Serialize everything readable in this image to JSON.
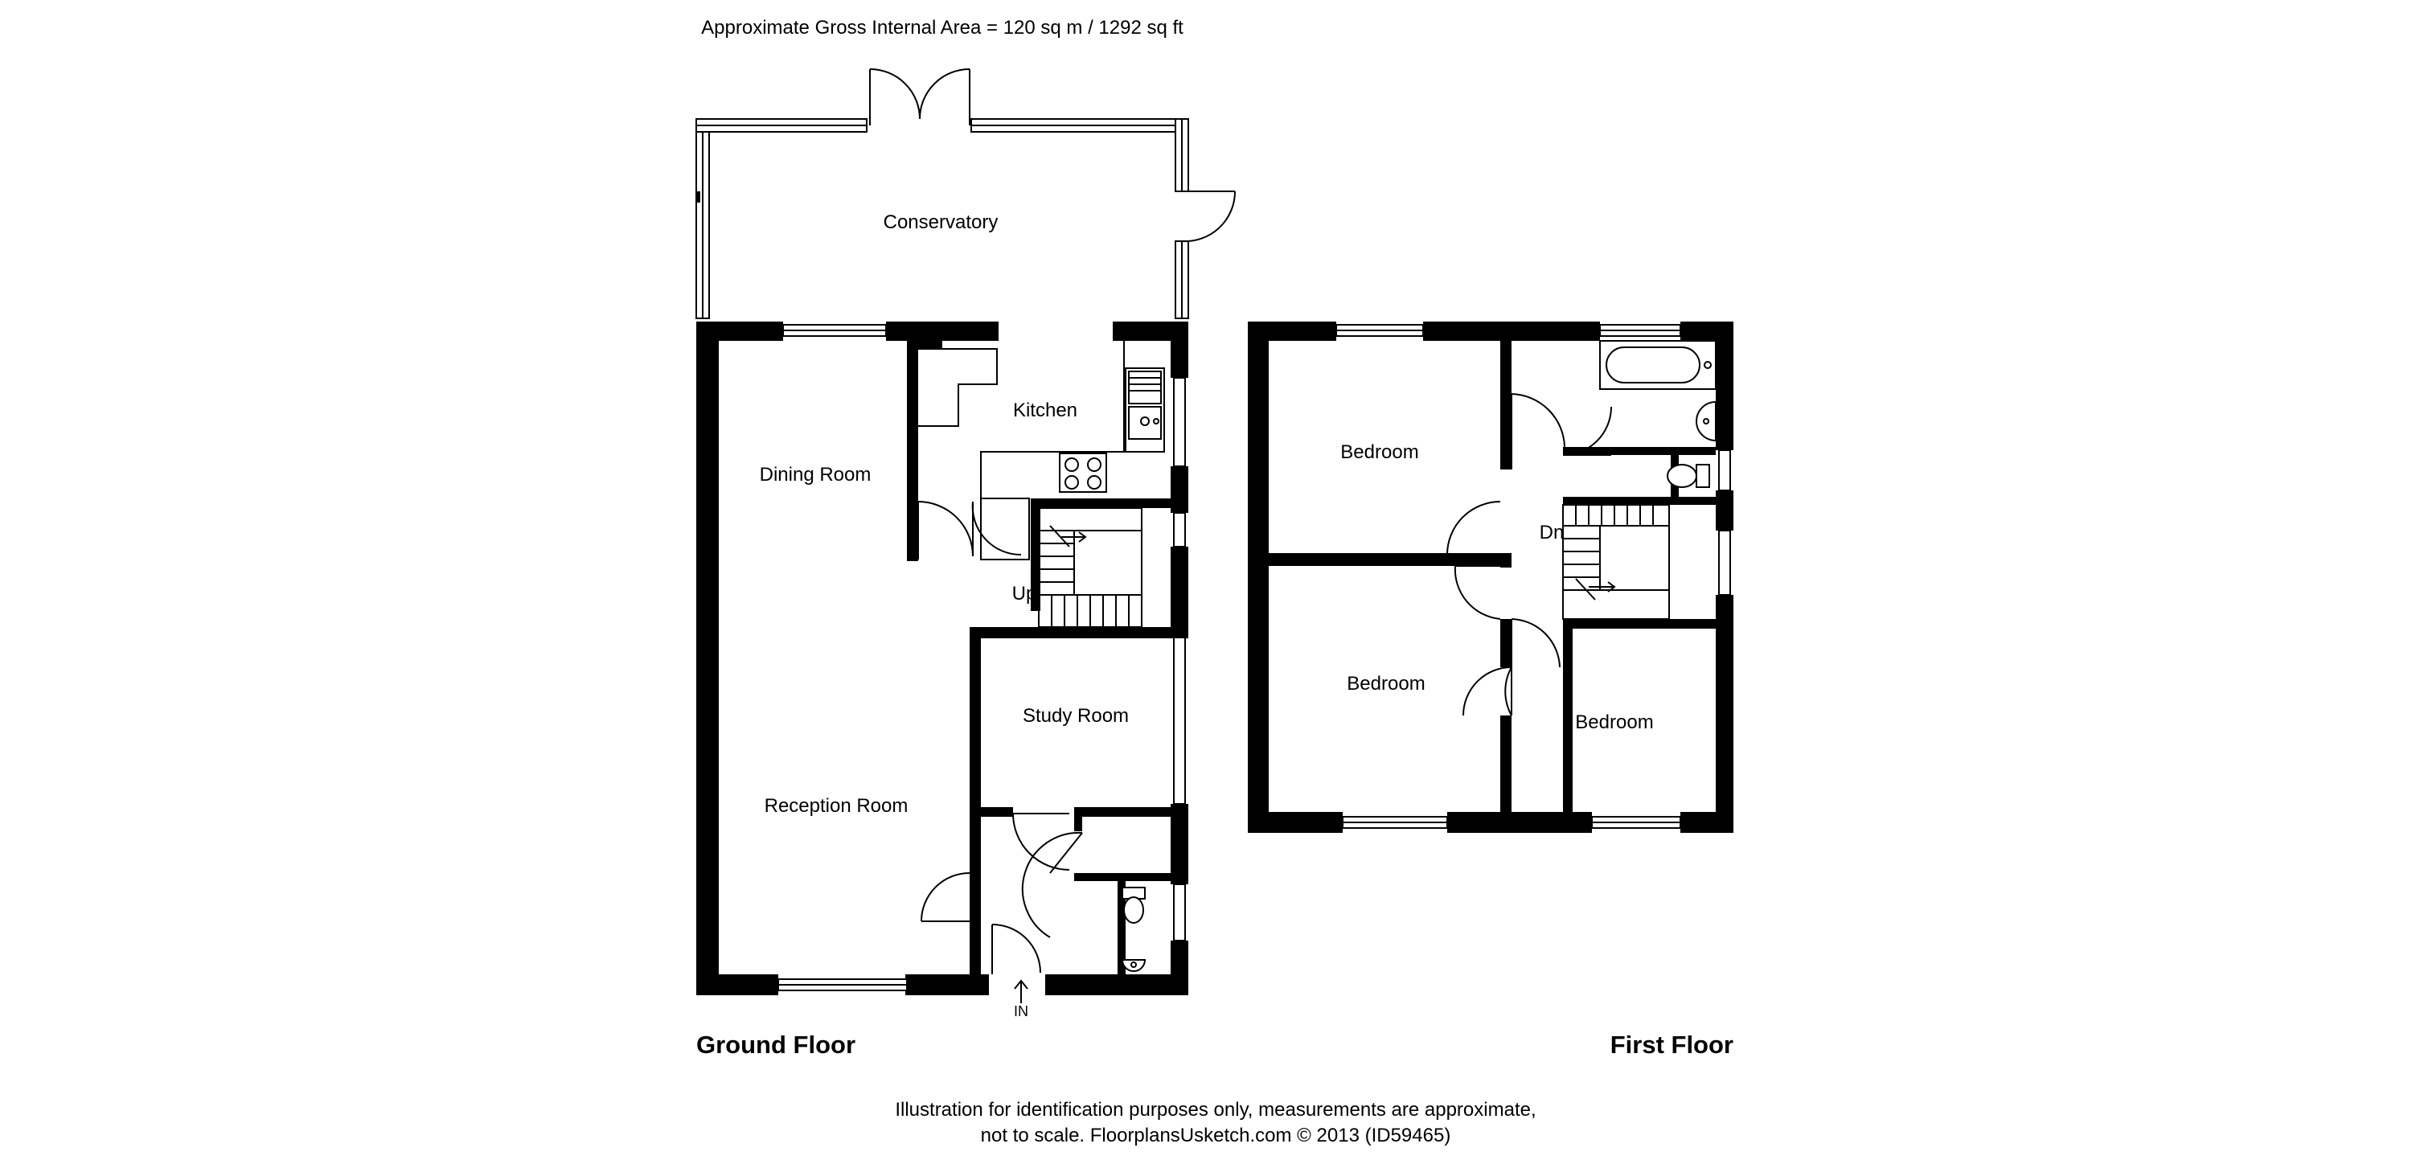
{
  "header": {
    "area_text": "Approximate Gross Internal Area = 120 sq m / 1292 sq ft"
  },
  "floors": {
    "ground": "Ground Floor",
    "first": "First Floor"
  },
  "rooms": {
    "conservatory": "Conservatory",
    "kitchen": "Kitchen",
    "dining_room": "Dining Room",
    "study_room": "Study Room",
    "reception_room": "Reception Room",
    "bedroom_1": "Bedroom",
    "bedroom_2": "Bedroom",
    "bedroom_3": "Bedroom"
  },
  "stairs": {
    "up": "Up",
    "down": "Dn"
  },
  "entrance": {
    "label": "IN"
  },
  "footer": {
    "line1": "Illustration for identification purposes only, measurements are approximate,",
    "line2": "not to scale. FloorplansUsketch.com © 2013 (ID59465)"
  },
  "colors": {
    "wall": "#000000",
    "background": "#ffffff"
  }
}
